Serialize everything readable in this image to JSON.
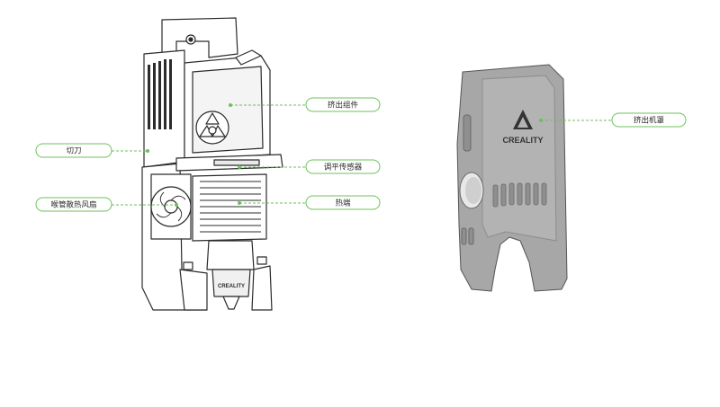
{
  "callouts": {
    "extruder_assembly": "挤出组件",
    "cutter": "切刀",
    "leveling_sensor": "调平传感器",
    "throat_fan": "喉管散热风扇",
    "hotend": "热端",
    "extruder_cover": "挤出机罩"
  },
  "branding": {
    "nozzle_logo": "CREALITY",
    "cover_logo": "CREALITY"
  },
  "colors": {
    "leader_line": "#6cc05a",
    "pill_border": "#6cc05a",
    "line_art": "#2b2b2b",
    "cover_fill": "#a7a7a7",
    "cover_dark": "#8f8f8f"
  }
}
